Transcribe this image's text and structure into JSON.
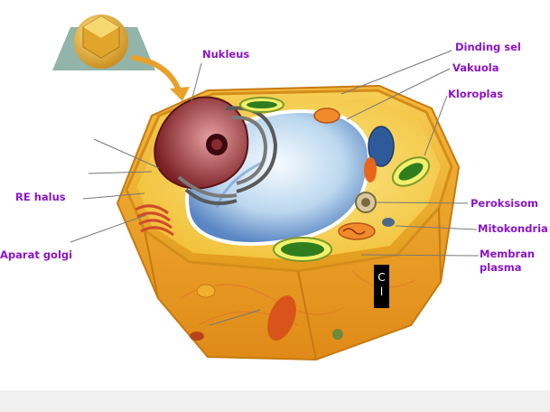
{
  "labels": {
    "nukleus": "Nukleus",
    "dinding_sel": "Dinding sel",
    "vakuola": "Vakuola",
    "kloroplas": "Kloroplas",
    "re_halus": "RE halus",
    "aparat_golgi": "Aparat golgi",
    "peroksisom": "Peroksisom",
    "mitokondria": "Mitokondria",
    "membran_plasma_1": "Membran",
    "membran_plasma_2": "plasma"
  },
  "caption_box": {
    "line1": "C",
    "line2": "l"
  },
  "colors": {
    "label": "#8a14c8",
    "cell_wall": "#e8a317",
    "cytoplasm": "#f6d24a",
    "vacuole": "#cfe3f2",
    "nucleus": "#8b2b2b",
    "chloroplast": "#2f7d1f",
    "mitochondria": "#e06a1a"
  }
}
